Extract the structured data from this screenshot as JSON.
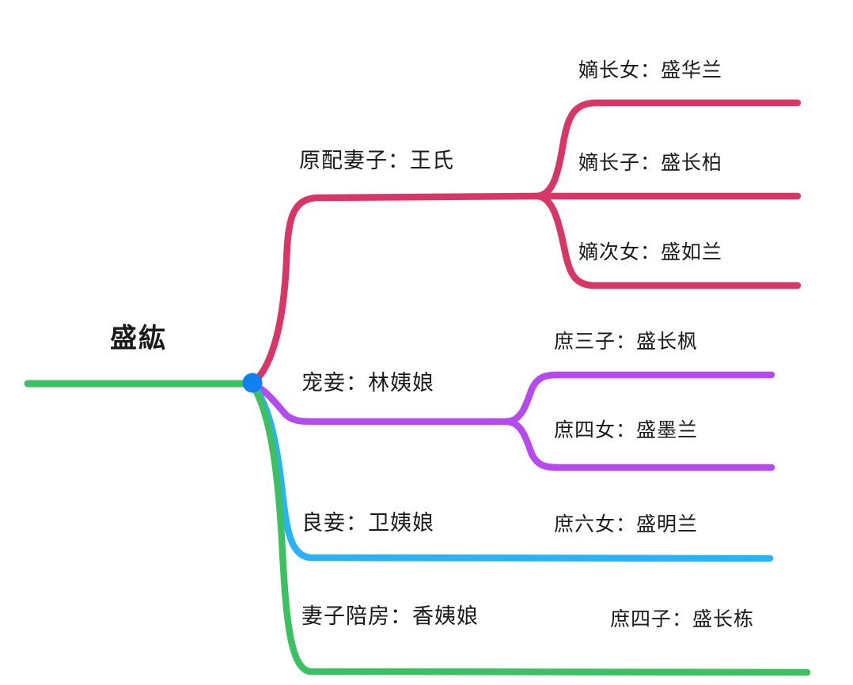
{
  "diagram": {
    "type": "mindmap-tree",
    "orientation": "left-to-right",
    "background_color": "#ffffff",
    "junction_dot_color": "#0d82f0",
    "text_color": "#1a1a1a"
  },
  "root": {
    "label": "盛紘",
    "stem_color": "#3cc162"
  },
  "branches": [
    {
      "label": "原配妻子：王氏",
      "color": "#d93668",
      "children": [
        {
          "label": "嫡长女：盛华兰"
        },
        {
          "label": "嫡长子：盛长柏"
        },
        {
          "label": "嫡次女：盛如兰"
        }
      ]
    },
    {
      "label": "宠妾：林姨娘",
      "color": "#b54af0",
      "children": [
        {
          "label": "庶三子：盛长枫"
        },
        {
          "label": "庶四女：盛墨兰"
        }
      ]
    },
    {
      "label": "良妾：卫姨娘",
      "color": "#29b2f5",
      "children": [
        {
          "label": "庶六女：盛明兰"
        }
      ]
    },
    {
      "label": "妻子陪房：香姨娘",
      "color": "#3cc162",
      "children": [
        {
          "label": "庶四子：盛长栋"
        }
      ]
    }
  ]
}
